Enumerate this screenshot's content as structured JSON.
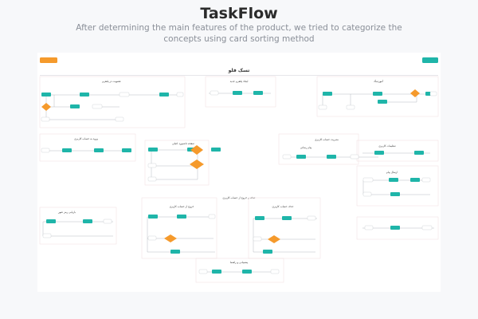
{
  "header": {
    "title": "TaskFlow",
    "subtitle": "After determining the main features of the product, we tried to categorize the concepts using card sorting method"
  },
  "board": {
    "title": "تسک فلو",
    "left_button": "",
    "right_button": ""
  },
  "sections": {
    "s1": "عضویت در پلتفرم",
    "s2": "ایجاد پلتفرم جدید",
    "s3": "آنبوردینگ",
    "s4": "ورود به حساب کاربری",
    "s5": "صفحه داشبورد اصلی",
    "s6": "مدیریت حساب کاربری",
    "s7": "پیام رسانی",
    "s8": "ارسال پیام",
    "s9": "تنظیمات کاربری",
    "s10": "حذف و خروج از حساب کاربری",
    "s11": "خروج از حساب کاربری",
    "s12": "حذف حساب کاربری",
    "s13": "بازیابی رمز عبور",
    "s14": "پشتیبانی و راهنما"
  },
  "colors": {
    "process": "#1fb5a9",
    "decision": "#f59a2c",
    "terminal": "#ffffff",
    "connector": "#9aa0a8"
  }
}
